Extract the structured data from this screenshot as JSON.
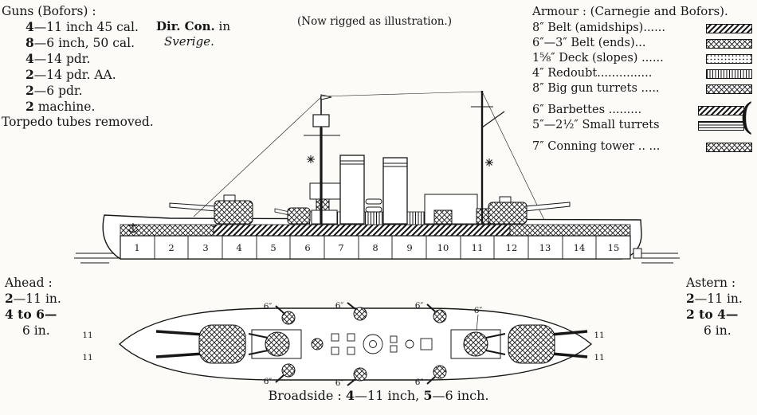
{
  "colors": {
    "paper": "#fcfbf7",
    "ink": "#161616"
  },
  "guns": {
    "title": "Guns (Bofors) :",
    "items": [
      {
        "b": "4",
        "r": "—11 inch 45 cal."
      },
      {
        "b": "8",
        "r": "—6 inch, 50 cal."
      },
      {
        "b": "4",
        "r": "—14 pdr."
      },
      {
        "b": "2",
        "r": "—14 pdr. AA."
      },
      {
        "b": "2",
        "r": "—6 pdr."
      },
      {
        "b": "2",
        "r": " machine."
      }
    ],
    "note": "Torpedo tubes removed."
  },
  "director": {
    "bold": "Dir. Con.",
    "rest": " in",
    "ship": "Sverige."
  },
  "rig_note": "(Now rigged as illustration.)",
  "armour": {
    "title": "Armour :  (Carnegie and Bofors).",
    "brace": "(",
    "items": [
      {
        "label": "8″ Belt (amidships)......",
        "swatch_fill": "url(#pat-diag)"
      },
      {
        "label": "6″—3″ Belt (ends)...",
        "swatch_fill": "url(#pat-cross)"
      },
      {
        "label": "1⅝″ Deck (slopes) ......",
        "swatch_fill": "url(#pat-dots)"
      },
      {
        "label": "4″ Redoubt...............",
        "swatch_fill": "url(#pat-vert)"
      },
      {
        "label": "8″ Big gun turrets .....",
        "swatch_fill": "url(#pat-cross)"
      },
      {
        "label": "6″ Barbettes .........",
        "swatch_fill": "url(#pat-diag)"
      },
      {
        "label": "5″—2½″ Small turrets",
        "swatch_fill": "url(#pat-horiz)"
      },
      {
        "label": "7″ Conning tower .. ...",
        "swatch_fill": "url(#pat-cross)"
      }
    ]
  },
  "ahead": {
    "title": "Ahead :",
    "lines": [
      {
        "b": "2",
        "r": "—11 in."
      },
      {
        "b": "4 to 6—",
        "r": ""
      },
      {
        "b": "",
        "r": "6 in."
      }
    ]
  },
  "astern": {
    "title": "Astern :",
    "lines": [
      {
        "b": "2",
        "r": "—11 in."
      },
      {
        "b": "2 to 4—",
        "r": ""
      },
      {
        "b": "",
        "r": "6 in."
      }
    ]
  },
  "broadside": {
    "prefix": "Broadside :  ",
    "n1": "4",
    "m1": "—11 inch,  ",
    "n2": "5",
    "m2": "—6 inch."
  },
  "side": {
    "hull_numbers": [
      "1",
      "2",
      "3",
      "4",
      "5",
      "6",
      "7",
      "8",
      "9",
      "10",
      "11",
      "12",
      "13",
      "14",
      "15"
    ]
  },
  "plan": {
    "label_six": "6″",
    "label_eleven": "11"
  }
}
